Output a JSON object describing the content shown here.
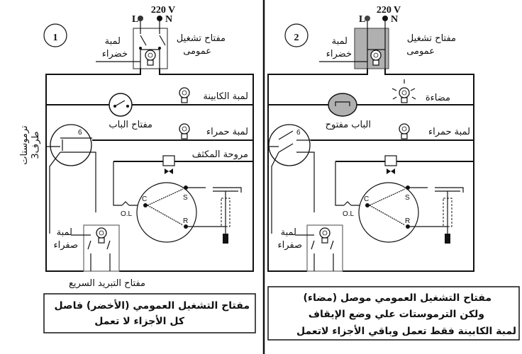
{
  "voltage": "220 V",
  "live": "L",
  "neutral": "N",
  "panel1": {
    "number": "1",
    "main_switch": [
      "مفتاح تشغيل",
      "عمومى"
    ],
    "green_lamp": [
      "لمبة",
      "خضراء"
    ],
    "cabin_lamp": "لمبة الكابينة",
    "door_switch": "مفتاح الباب",
    "red_lamp": "لمبة حمراء",
    "thermostat": [
      "ترموستات",
      "3طرف"
    ],
    "thermostat_pin": "6",
    "condenser_fan": "مروحة المكثف",
    "overload": "O.L",
    "terminal_c": "C",
    "terminal_s": "S",
    "terminal_r": "R",
    "yellow_lamp": [
      "لمبة",
      "صفراء"
    ],
    "quick_freeze": "مفتاح التبريد السريع",
    "caption": [
      "مفتاح التشغيل العمومي (الأخضر) فاصل",
      "كل الأجزاء لا تعمل"
    ]
  },
  "panel2": {
    "number": "2",
    "main_switch": [
      "مفتاح تشغيل",
      "عمومى"
    ],
    "green_lamp": [
      "لمبة",
      "خضراء"
    ],
    "cabin_lamp": "مضاءة",
    "door_switch": "الباب مفتوح",
    "red_lamp": "لمبة حمراء",
    "thermostat_pin": "6",
    "overload": "O.L",
    "terminal_c": "C",
    "terminal_s": "S",
    "terminal_r": "R",
    "yellow_lamp": [
      "لمبة",
      "صفراء"
    ],
    "caption": [
      "مفتاح التشغيل العمومي موصل (مضاء)",
      "ولكن الترموستات علي وضع الإيقاف",
      "لمبة الكابينة فقط تعمل وباقي الأجزاء لاتعمل"
    ]
  },
  "colors": {
    "active_fill": "#b0b0b0",
    "wire": "#111111"
  }
}
